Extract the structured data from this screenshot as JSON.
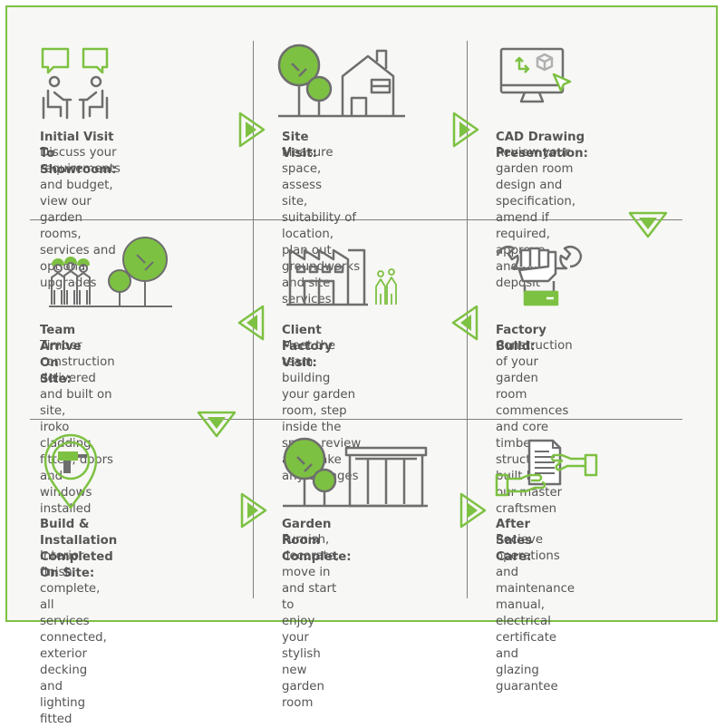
{
  "colors": {
    "accent": "#7dc142",
    "text": "#555555",
    "border": "#7dc142",
    "divider": "#7f7f7f",
    "icon": "#6e6e6e"
  },
  "steps": [
    {
      "title": "Initial Visit To Showroom:",
      "description": "Discuss your requirements\nand budget, view our\ngarden rooms, services and\noptional upgrades",
      "icon": "meeting-icon"
    },
    {
      "title": "Site Visit:",
      "description": "Measure space, assess\nsite, suitability of location,\nplan out groundworks\nand site services",
      "icon": "trees-house-icon"
    },
    {
      "title": "CAD Drawing Presentation:",
      "description": "Review your garden room\ndesign and specification,\namend if required, approve\nand pay deposit",
      "icon": "monitor-cad-icon"
    },
    {
      "title": "Team Arrive On Site:",
      "description": "Timber construction\ndelivered and built on site,\niroko cladding fitted, doors\nand windows installed",
      "icon": "builders-trees-icon"
    },
    {
      "title": "Client Factory Visit:",
      "description": "Meet the team building\nyour garden room, step\ninside the space,review\nand make any changes",
      "icon": "factory-icon"
    },
    {
      "title": "Factory Build:",
      "description": "Construction of your garden\nroom commences and core\ntimber structure built by\nour master craftsmen",
      "icon": "fist-wrench-icon"
    },
    {
      "title": "Build & Installation\nCompleted On Site:",
      "description": "Interior finish complete, all\nservices connected, exterior\ndecking and lighting fitted",
      "icon": "drill-pin-icon"
    },
    {
      "title": "Garden Room Complete:",
      "description": "Furnish, decorate,\nmove in and start to\nenjoy your stylish new\ngarden room",
      "icon": "garden-room-icon"
    },
    {
      "title": "After Sales Care:",
      "description": "Recieve operations and\nmaintenance manual,\nelectrical certificate and\nglazing guarantee",
      "icon": "handshake-document-icon"
    }
  ]
}
